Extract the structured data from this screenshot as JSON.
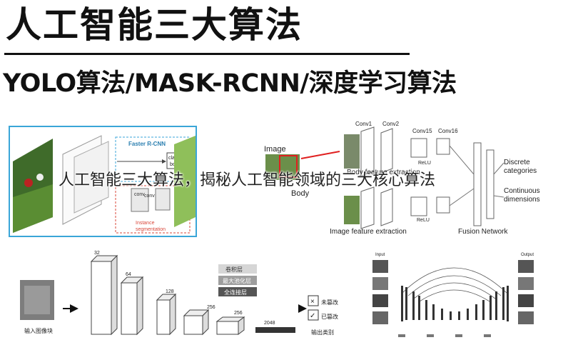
{
  "title": "人工智能三大算法",
  "subtitle": "YOLO算法/MASK-RCNN/深度学习算法",
  "overlay_caption": "人工智能三大算法，揭秘人工智能领域的三大核心算法",
  "panel_mask": {
    "box_title": "Faster R-CNN",
    "class_label": "class",
    "box_label": "box",
    "conv_label_1": "conv",
    "conv_label_2": "conv",
    "instance_label_1": "Instance",
    "instance_label_2": "segmentation"
  },
  "panel_fusion": {
    "image_label": "Image",
    "body_label": "Body",
    "conv1": "Conv1",
    "conv2": "Conv2",
    "conv15": "Conv15",
    "conv16": "Conv16",
    "relu_top": "ReLU",
    "relu_bottom": "ReLU",
    "feature_top": "Body feature extraction",
    "feature_bottom": "Image feature extraction",
    "fusion_label": "Fusion Network",
    "discrete_1": "Discrete",
    "discrete_2": "categories",
    "continuous_1": "Continuous",
    "continuous_2": "dimensions"
  },
  "panel_cnn": {
    "sizes": [
      "32",
      "64",
      "128",
      "256",
      "256",
      "2048"
    ],
    "legend": [
      "卷积层",
      "最大池化层",
      "全连接层"
    ],
    "input_label": "输入图像块",
    "output_label": "输出类别",
    "out_not_tampered": "未篡改",
    "out_tampered": "已篡改",
    "mark_x": "×",
    "mark_check": "✓"
  },
  "panel_unet": {
    "input_label": "Input",
    "output_label": "Output"
  }
}
